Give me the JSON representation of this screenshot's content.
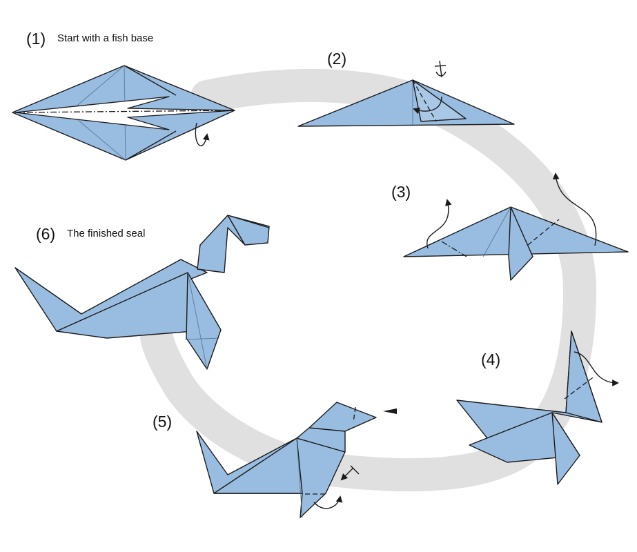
{
  "steps": [
    {
      "number": "(1)",
      "caption": "Start with a fish base"
    },
    {
      "number": "(2)",
      "caption": ""
    },
    {
      "number": "(3)",
      "caption": ""
    },
    {
      "number": "(4)",
      "caption": ""
    },
    {
      "number": "(5)",
      "caption": ""
    },
    {
      "number": "(6)",
      "caption": "The finished seal"
    }
  ],
  "colors": {
    "paper": "#99bde0",
    "path": "#e0e0e0",
    "line": "#1a1a1a"
  },
  "icons": [
    "fold-arrow-icon",
    "push-arrow-icon",
    "turn-over-icon",
    "anchor-fold-symbol-icon"
  ]
}
